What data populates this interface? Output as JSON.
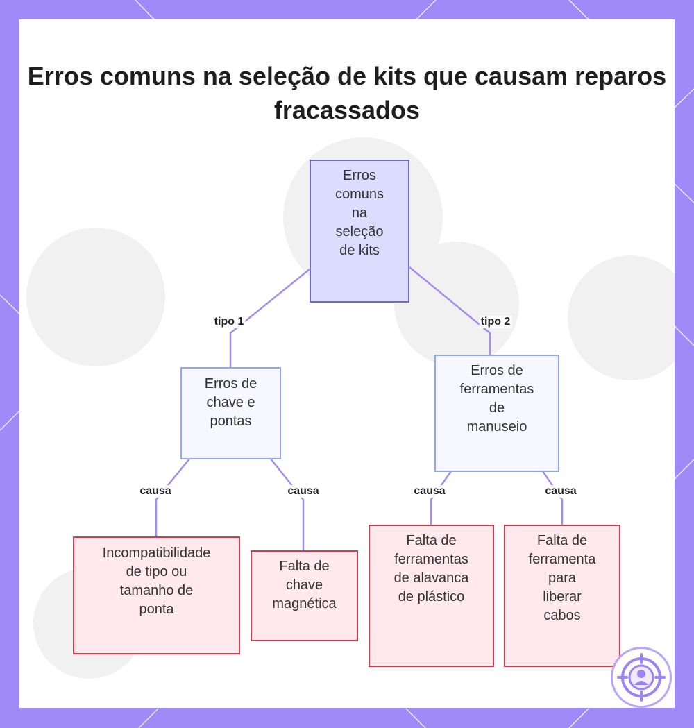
{
  "title": "Erros comuns na seleção de kits que causam reparos fracassados",
  "colors": {
    "frame": "#a08af7",
    "root_fill": "#dcdcfe",
    "root_border": "#6e6ec9",
    "mid_fill": "#f6f7ff",
    "mid_border": "#93a8e8",
    "leaf_fill": "#ffe9ec",
    "leaf_border": "#cf3d4e",
    "edge": "#a38ef0"
  },
  "nodes": {
    "root": {
      "lines": [
        "Erros",
        "comuns",
        "na",
        "seleção",
        "de kits"
      ]
    },
    "type1": {
      "lines": [
        "Erros de",
        "chave e",
        "pontas"
      ]
    },
    "type2": {
      "lines": [
        "Erros de",
        "ferramentas",
        "de",
        "manuseio"
      ]
    },
    "leaf1": {
      "lines": [
        "Incompatibilidade",
        "de tipo ou",
        "tamanho de",
        "ponta"
      ]
    },
    "leaf2": {
      "lines": [
        "Falta de",
        "chave",
        "magnética"
      ]
    },
    "leaf3": {
      "lines": [
        "Falta de",
        "ferramentas",
        "de alavanca",
        "de plástico"
      ]
    },
    "leaf4": {
      "lines": [
        "Falta de",
        "ferramenta",
        "para",
        "liberar",
        "cabos"
      ]
    }
  },
  "edge_labels": {
    "type1": "tipo 1",
    "type2": "tipo 2",
    "cause1": "causa",
    "cause2": "causa",
    "cause3": "causa",
    "cause4": "causa"
  },
  "logo_icon": "target-person-icon"
}
